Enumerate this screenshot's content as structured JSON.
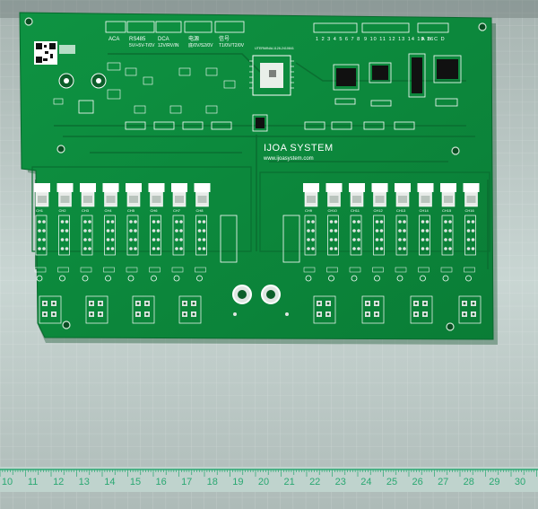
{
  "photo": {
    "subject": "Green printed circuit board on a cutting mat"
  },
  "board": {
    "brand": "IJOA SYSTEM",
    "url": "www.ijoasystem.com",
    "part_number": "IJTERMINAL1128-2410841",
    "connector_labels": [
      {
        "title": "ACA",
        "sub": ""
      },
      {
        "title": "RS485",
        "sub": "5V/+5V-T/0V"
      },
      {
        "title": "DCA",
        "sub": "12V/RV/IN"
      },
      {
        "title": "电源",
        "sub": "底/0V/S2/0V"
      },
      {
        "title": "信号",
        "sub": "T1/0V/T2/0V"
      }
    ],
    "pin_labels_left": "1 2 3 4 5 6 7 8",
    "pin_labels_right": "9 10 11 12 13 14 15 16",
    "pin_labels_far": "A B C D",
    "channel_labels_left": [
      "CH1",
      "CH2",
      "CH3",
      "CH4",
      "CH5",
      "CH6",
      "CH7",
      "CH8"
    ],
    "channel_labels_right": [
      "CH9",
      "CH10",
      "CH11",
      "CH12",
      "CH13",
      "CH14",
      "CH15",
      "CH16"
    ]
  },
  "ruler": {
    "numbers": [
      "10",
      "11",
      "12",
      "13",
      "14",
      "15",
      "16",
      "17",
      "18",
      "19",
      "20",
      "21",
      "22",
      "23",
      "24",
      "25",
      "26",
      "27",
      "28",
      "29",
      "30"
    ]
  },
  "colors": {
    "mat_light": "#cfe0dd",
    "mat_dark": "#8b9a97",
    "board": "#0c8a3c",
    "board_dark": "#0a6f31",
    "silkscreen": "#ffffff",
    "ruler": "#2aa872"
  }
}
